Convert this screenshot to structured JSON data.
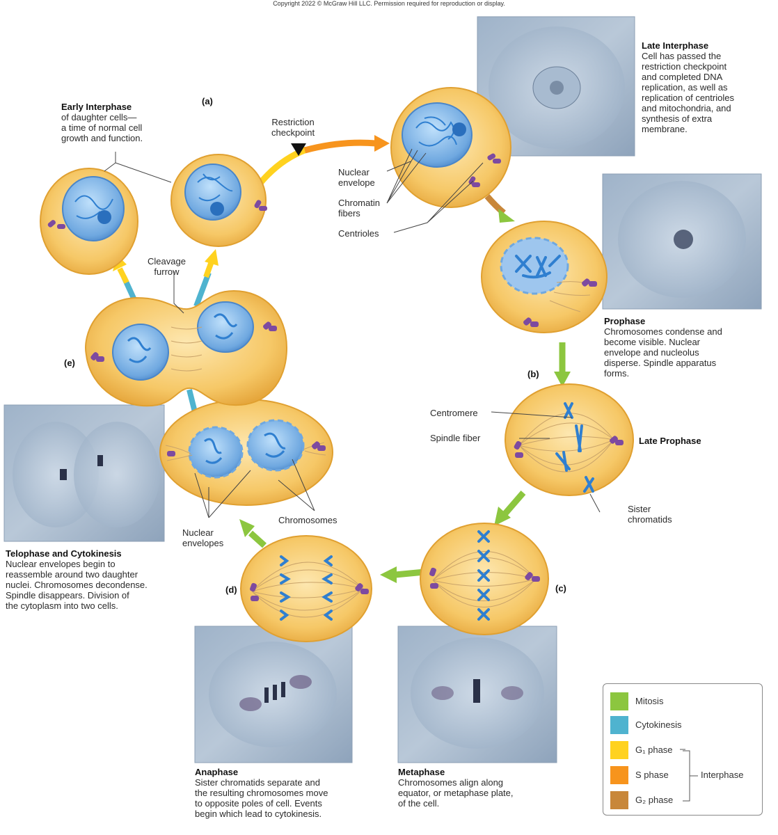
{
  "copyright": "Copyright 2022 © McGraw Hill LLC. Permission required for reproduction or display.",
  "colors": {
    "mitosis": "#8cc63f",
    "cytokinesis": "#4fb3cf",
    "g1": "#ffd21f",
    "s": "#f7941d",
    "g2": "#c8873a",
    "cytoplasm": "#f6c867",
    "cell_edge": "#e0a030",
    "nucleus": "#6fa8e0",
    "chromosome": "#2f7fd0",
    "centriole": "#7d4aa0"
  },
  "markers": {
    "a": "(a)",
    "b": "(b)",
    "c": "(c)",
    "d": "(d)",
    "e": "(e)"
  },
  "early_interphase": {
    "title": "Early Interphase",
    "lines": [
      "of daughter cells—",
      "a time of normal cell",
      "growth and function."
    ]
  },
  "restriction": {
    "lines": [
      "Restriction",
      "checkpoint"
    ]
  },
  "late_interphase": {
    "title": "Late Interphase",
    "lines": [
      "Cell has passed the",
      "restriction checkpoint",
      "and completed DNA",
      "replication, as well as",
      "replication of centrioles",
      "and mitochondria, and",
      "synthesis of extra",
      "membrane."
    ]
  },
  "labels": {
    "nuclear_envelope": [
      "Nuclear",
      "envelope"
    ],
    "chromatin_fibers": [
      "Chromatin",
      "fibers"
    ],
    "centrioles": "Centrioles",
    "cleavage_furrow": [
      "Cleavage",
      "furrow"
    ],
    "centromere": "Centromere",
    "spindle_fiber": "Spindle fiber",
    "late_prophase": "Late Prophase",
    "sister_chromatids": [
      "Sister",
      "chromatids"
    ],
    "chromosomes": "Chromosomes",
    "nuclear_envelopes": [
      "Nuclear",
      "envelopes"
    ]
  },
  "prophase": {
    "title": "Prophase",
    "lines": [
      "Chromosomes condense and",
      "become visible. Nuclear",
      "envelope and nucleolus",
      "disperse. Spindle apparatus",
      "forms."
    ]
  },
  "telophase": {
    "title": "Telophase and Cytokinesis",
    "lines": [
      "Nuclear envelopes begin to",
      "reassemble around two daughter",
      "nuclei. Chromosomes decondense.",
      "Spindle disappears. Division of",
      "the cytoplasm into two cells."
    ]
  },
  "anaphase": {
    "title": "Anaphase",
    "lines": [
      "Sister chromatids separate and",
      "the resulting chromosomes move",
      "to opposite poles of cell. Events",
      "begin which lead to cytokinesis."
    ]
  },
  "metaphase": {
    "title": "Metaphase",
    "lines": [
      "Chromosomes align along",
      "equator, or metaphase plate,",
      "of the cell."
    ]
  },
  "legend": {
    "items": [
      {
        "label": "Mitosis",
        "color": "#8cc63f"
      },
      {
        "label": "Cytokinesis",
        "color": "#4fb3cf"
      },
      {
        "label": "G₁ phase",
        "color": "#ffd21f"
      },
      {
        "label": "S phase",
        "color": "#f7941d"
      },
      {
        "label": "G₂ phase",
        "color": "#c8873a"
      }
    ],
    "interphase": "Interphase"
  }
}
